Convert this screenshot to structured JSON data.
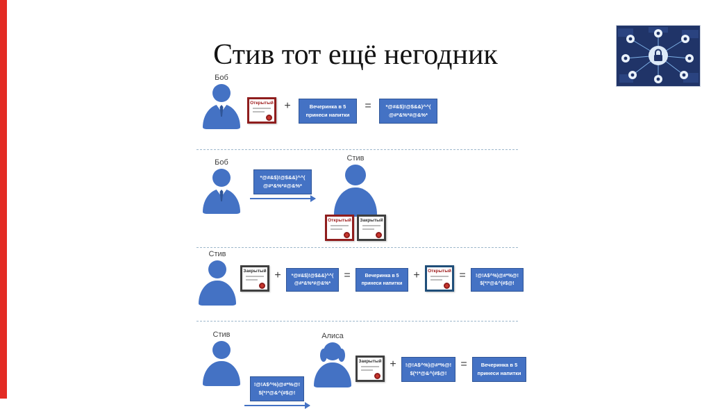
{
  "title": "Стив тот ещё негодник",
  "people": {
    "bob": "Боб",
    "steve": "Стив",
    "alice": "Алиса"
  },
  "certs": {
    "open": "Открытый",
    "closed": "Закрытый"
  },
  "ops": {
    "plus": "+",
    "equals": "="
  },
  "boxes": {
    "party": {
      "l1": "Вечеринка в 5",
      "l2": "принеси напитки"
    },
    "cipher_a": {
      "l1": "*@#&$)!@$&&)^^(",
      "l2": "@#*&%*#@&%*"
    },
    "cipher_b": {
      "l1": "!@!A$^%)@#*%@!",
      "l2": "$(*!*@&^(#$@!"
    }
  },
  "icons": {
    "security_center": "lock-icon",
    "arrow": "arrow-right-icon",
    "certificate_seal": "seal-icon"
  },
  "colors": {
    "accent_red": "#e32b24",
    "person_blue": "#4472c4",
    "box_blue": "#4472c4",
    "box_border": "#2f5597",
    "cert_open_red": "#8f1d1d",
    "cert_open_blue": "#1f4e79",
    "cert_closed": "#3f3f3f",
    "divider": "#9db7cb",
    "image_bg": "#203468"
  }
}
